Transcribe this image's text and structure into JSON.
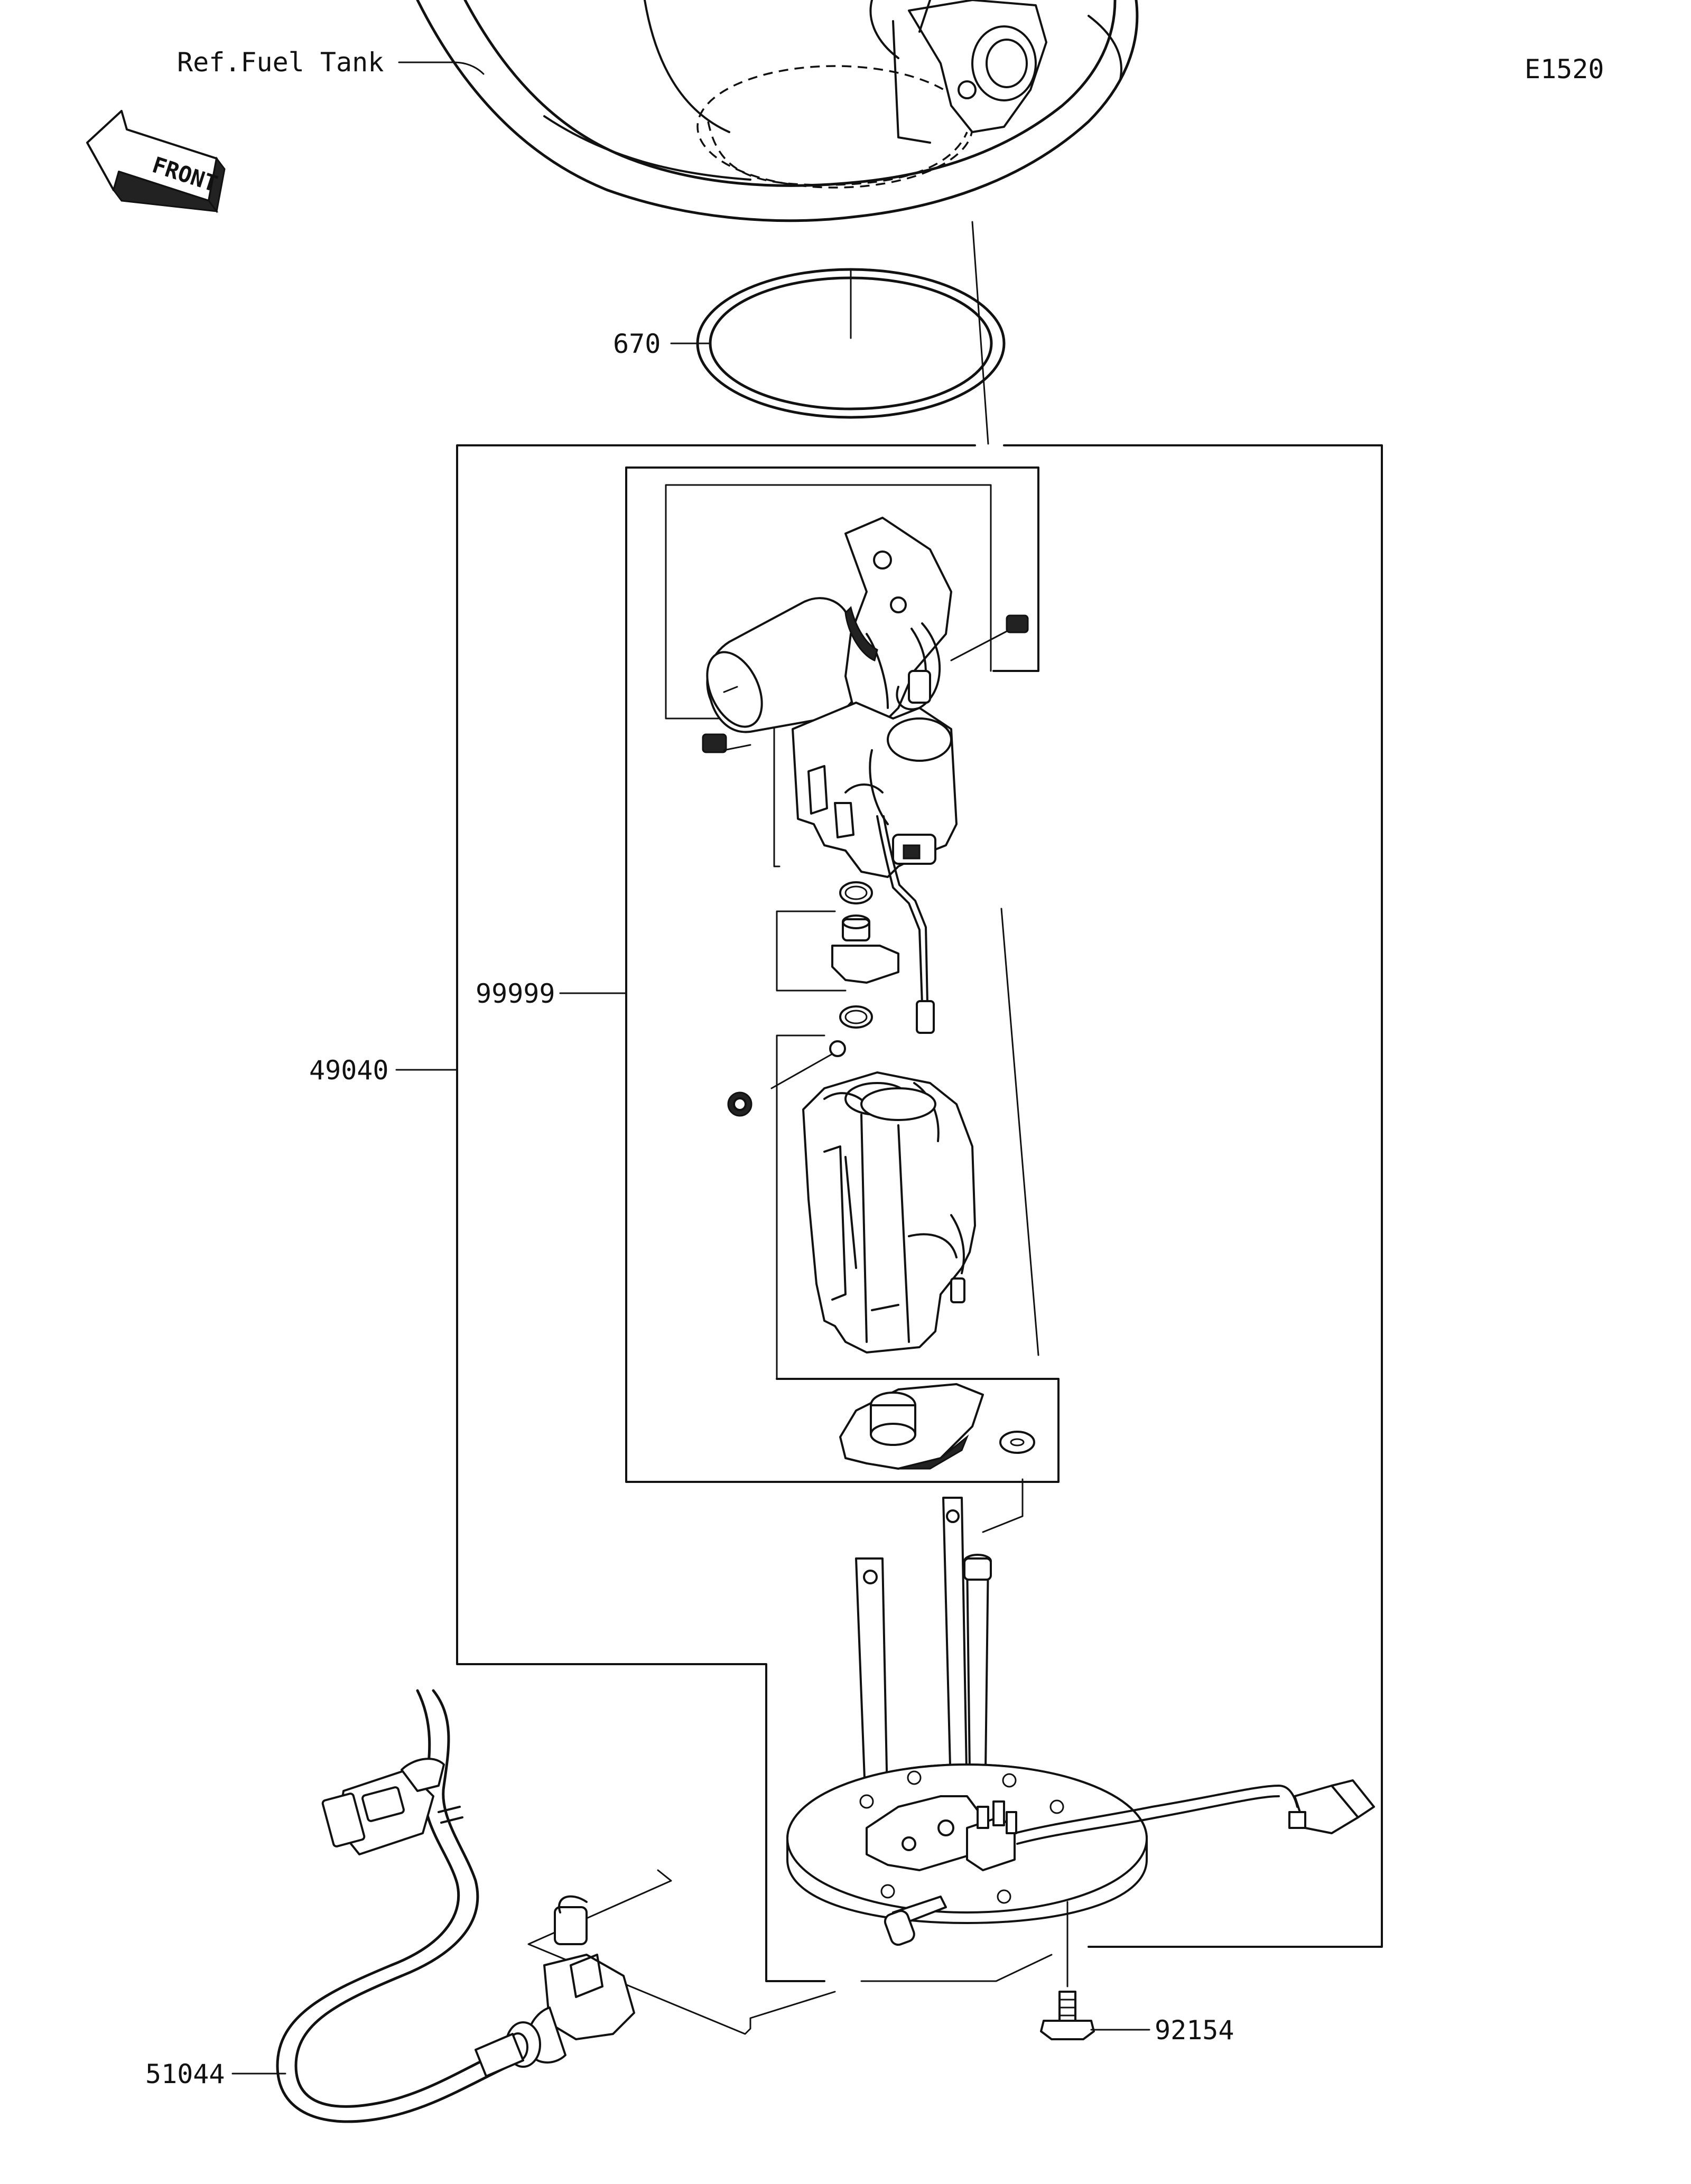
{
  "diagram": {
    "code": "E1520",
    "front_label": "FRONT",
    "ref_label": "Ref.Fuel Tank",
    "callouts": [
      {
        "id": "670",
        "text": "670"
      },
      {
        "id": "99999",
        "text": "99999"
      },
      {
        "id": "49040",
        "text": "49040"
      },
      {
        "id": "92154",
        "text": "92154"
      },
      {
        "id": "51044",
        "text": "51044"
      }
    ]
  },
  "colors": {
    "line": "#111111",
    "background": "#ffffff"
  }
}
